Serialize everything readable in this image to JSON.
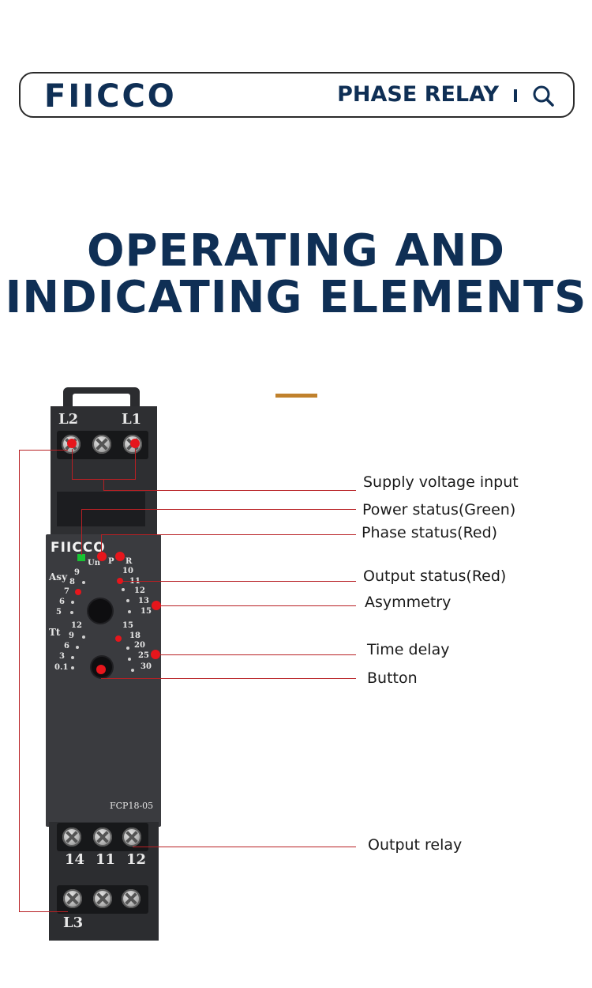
{
  "header": {
    "logo": "FIICCO",
    "title": "PHASE RELAY",
    "icon": "search-icon"
  },
  "heading": {
    "line1": "OPERATING AND",
    "line2": "INDICATING  ELEMENTS"
  },
  "device": {
    "logo": "FIICCO",
    "top_labels": [
      "L2",
      "L1"
    ],
    "bottom_labels": [
      "14",
      "11",
      "12"
    ],
    "bottom_lower_label": "L3",
    "model": "FCP18-05",
    "led_labels": [
      "Un",
      "P",
      "R"
    ],
    "asy_label": "Asy",
    "asy_left_scale": [
      "9",
      "8",
      "7",
      "6",
      "5"
    ],
    "asy_right_scale": [
      "10",
      "11",
      "12",
      "13",
      "15"
    ],
    "tt_label": "Tt",
    "tt_left_scale": [
      "12",
      "9",
      "6",
      "3",
      "0.1"
    ],
    "tt_right_scale": [
      "15",
      "18",
      "20",
      "25",
      "30"
    ]
  },
  "callouts": [
    "Supply voltage input",
    "Power status(Green)",
    "Phase status(Red)",
    "Output status(Red)",
    "Asymmetry",
    "Time delay",
    "Button",
    "Output relay"
  ],
  "colors": {
    "navy": "#0f2f55",
    "accent": "#c0812c",
    "callout_line": "#b82024",
    "led_green": "#18c433",
    "led_red": "#e6161c"
  }
}
